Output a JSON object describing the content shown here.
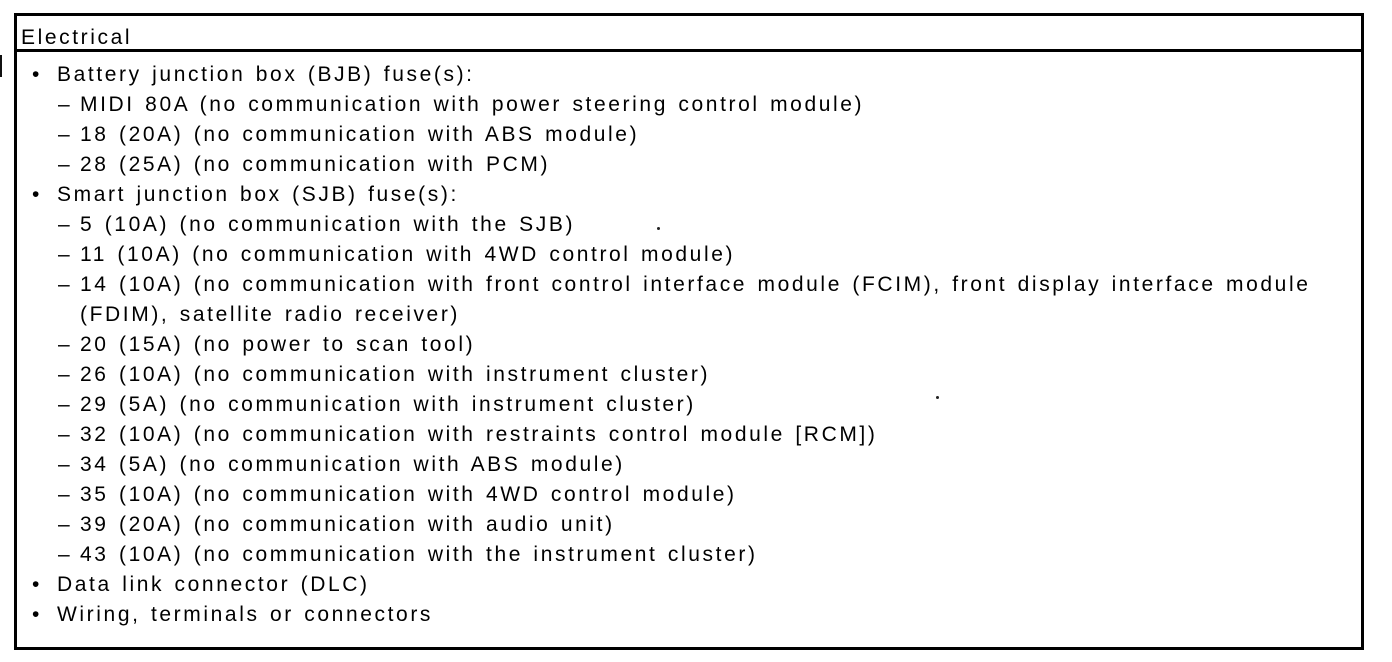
{
  "table": {
    "title": "Electrical",
    "markers": {
      "bullet": "•",
      "dash": "–"
    },
    "items": [
      {
        "label": "Battery junction box (BJB) fuse(s):",
        "children": [
          "MIDI 80A (no communication with power steering control module)",
          "18 (20A) (no communication with ABS module)",
          "28 (25A) (no communication with PCM)"
        ]
      },
      {
        "label": "Smart junction box (SJB) fuse(s):",
        "children": [
          "5 (10A) (no communication with the SJB)",
          "11 (10A) (no communication with 4WD control module)",
          "14 (10A) (no communication with front control interface module (FCIM), front display interface module (FDIM), satellite radio receiver)",
          "20 (15A) (no power to scan tool)",
          "26 (10A) (no communication with instrument cluster)",
          "29 (5A) (no communication with instrument cluster)",
          "32 (10A) (no communication with restraints control module [RCM])",
          "34 (5A) (no communication with ABS module)",
          "35 (10A) (no communication with 4WD control module)",
          "39 (20A) (no communication with audio unit)",
          "43 (10A) (no communication with the instrument cluster)"
        ]
      },
      {
        "label": "Data link connector (DLC)",
        "children": []
      },
      {
        "label": "Wiring, terminals or connectors",
        "children": []
      }
    ]
  }
}
